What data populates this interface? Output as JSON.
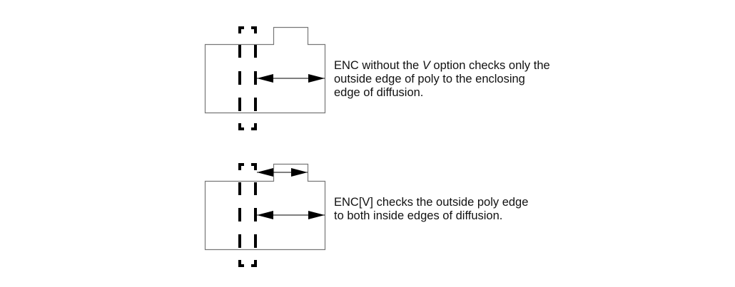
{
  "figures": [
    {
      "id": "enc-without-v",
      "caption_lines": [
        {
          "parts": [
            {
              "text": "ENC without the ",
              "italic": false
            },
            {
              "text": "V",
              "italic": true
            },
            {
              "text": " option checks only the",
              "italic": false
            }
          ]
        },
        {
          "parts": [
            {
              "text": "outside edge of poly to the enclosing",
              "italic": false
            }
          ]
        },
        {
          "parts": [
            {
              "text": "edge of diffusion.",
              "italic": false
            }
          ]
        }
      ],
      "measurements": [
        "outside-poly-edge-to-enclosing-diffusion-edge"
      ]
    },
    {
      "id": "enc-with-v",
      "caption_lines": [
        {
          "parts": [
            {
              "text": "ENC[V] checks the outside poly edge",
              "italic": false
            }
          ]
        },
        {
          "parts": [
            {
              "text": "to both inside edges of diffusion.",
              "italic": false
            }
          ]
        }
      ],
      "measurements": [
        "outside-poly-edge-to-notch-diffusion-edge",
        "outside-poly-edge-to-enclosing-diffusion-edge"
      ]
    }
  ],
  "colors": {
    "diffusion_outline": "#777777",
    "poly_dash": "#000000",
    "arrow": "#000000",
    "text": "#111111"
  }
}
